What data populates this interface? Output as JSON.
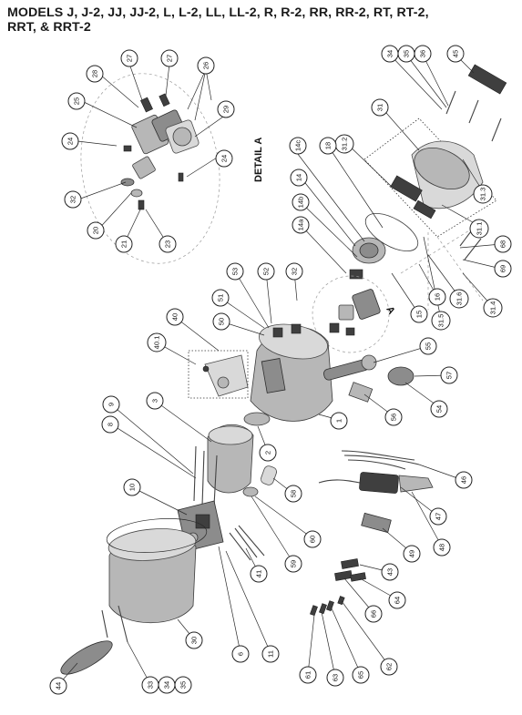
{
  "header": {
    "line1": "MODELS J, J-2, JJ, JJ-2, L, L-2, LL, LL-2, R, R-2, RR, RR-2, RT, RT-2,",
    "line2": "RRT, & RRT-2"
  },
  "detail_label": "DETAIL A",
  "section_label": "A",
  "callouts": [
    {
      "id": "c-28",
      "text": "28"
    },
    {
      "id": "c-27a",
      "text": "27"
    },
    {
      "id": "c-27b",
      "text": "27"
    },
    {
      "id": "c-26",
      "text": "26"
    },
    {
      "id": "c-25",
      "text": "25"
    },
    {
      "id": "c-29",
      "text": "29"
    },
    {
      "id": "c-24a",
      "text": "24"
    },
    {
      "id": "c-24b",
      "text": "24"
    },
    {
      "id": "c-32a",
      "text": "32"
    },
    {
      "id": "c-20",
      "text": "20"
    },
    {
      "id": "c-21",
      "text": "21"
    },
    {
      "id": "c-23",
      "text": "23"
    },
    {
      "id": "c-34",
      "text": "34"
    },
    {
      "id": "c-35",
      "text": "35"
    },
    {
      "id": "c-36",
      "text": "36"
    },
    {
      "id": "c-45",
      "text": "45"
    },
    {
      "id": "c-31",
      "text": "31"
    },
    {
      "id": "c-312",
      "text": "31.2"
    },
    {
      "id": "c-313",
      "text": "31.3"
    },
    {
      "id": "c-311",
      "text": "31.1"
    },
    {
      "id": "c-14c",
      "text": "14c"
    },
    {
      "id": "c-18",
      "text": "18"
    },
    {
      "id": "c-14",
      "text": "14"
    },
    {
      "id": "c-14b",
      "text": "14b"
    },
    {
      "id": "c-14a",
      "text": "14a"
    },
    {
      "id": "c-68",
      "text": "68"
    },
    {
      "id": "c-69",
      "text": "69"
    },
    {
      "id": "c-314",
      "text": "31.4"
    },
    {
      "id": "c-316",
      "text": "31.6"
    },
    {
      "id": "c-315",
      "text": "31.5"
    },
    {
      "id": "c-16",
      "text": "16"
    },
    {
      "id": "c-15",
      "text": "15"
    },
    {
      "id": "c-53",
      "text": "53"
    },
    {
      "id": "c-52",
      "text": "52"
    },
    {
      "id": "c-32b",
      "text": "32"
    },
    {
      "id": "c-51",
      "text": "51"
    },
    {
      "id": "c-50",
      "text": "50"
    },
    {
      "id": "c-40",
      "text": "40"
    },
    {
      "id": "c-401",
      "text": "40.1"
    },
    {
      "id": "c-55",
      "text": "55"
    },
    {
      "id": "c-57",
      "text": "57"
    },
    {
      "id": "c-54",
      "text": "54"
    },
    {
      "id": "c-56",
      "text": "56"
    },
    {
      "id": "c-1",
      "text": "1"
    },
    {
      "id": "c-9",
      "text": "9"
    },
    {
      "id": "c-8",
      "text": "8"
    },
    {
      "id": "c-3",
      "text": "3"
    },
    {
      "id": "c-2",
      "text": "2"
    },
    {
      "id": "c-46",
      "text": "46"
    },
    {
      "id": "c-58",
      "text": "58"
    },
    {
      "id": "c-47",
      "text": "47"
    },
    {
      "id": "c-10",
      "text": "10"
    },
    {
      "id": "c-60",
      "text": "60"
    },
    {
      "id": "c-48",
      "text": "48"
    },
    {
      "id": "c-49",
      "text": "49"
    },
    {
      "id": "c-59",
      "text": "59"
    },
    {
      "id": "c-41",
      "text": "41"
    },
    {
      "id": "c-43",
      "text": "43"
    },
    {
      "id": "c-64",
      "text": "64"
    },
    {
      "id": "c-66",
      "text": "66"
    },
    {
      "id": "c-30",
      "text": "30"
    },
    {
      "id": "c-6",
      "text": "6"
    },
    {
      "id": "c-11",
      "text": "11"
    },
    {
      "id": "c-62",
      "text": "62"
    },
    {
      "id": "c-65",
      "text": "65"
    },
    {
      "id": "c-63",
      "text": "63"
    },
    {
      "id": "c-61",
      "text": "61"
    },
    {
      "id": "c-44",
      "text": "44"
    },
    {
      "id": "c-33",
      "text": "33"
    },
    {
      "id": "c-34b",
      "text": "34"
    },
    {
      "id": "c-35b",
      "text": "35"
    }
  ]
}
